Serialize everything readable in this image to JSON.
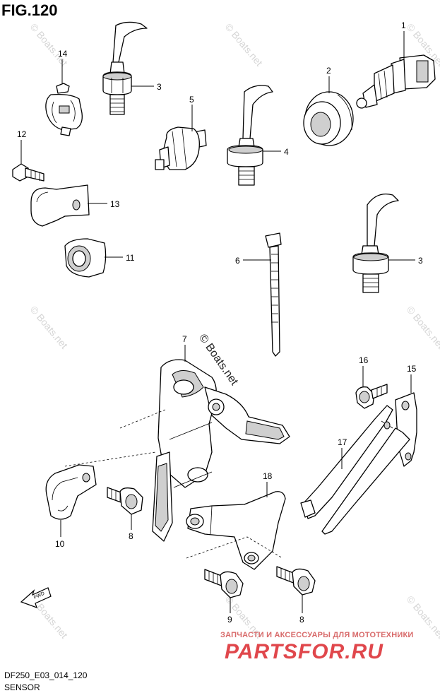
{
  "figure": {
    "title": "FIG.120"
  },
  "callouts": {
    "c1": "1",
    "c2": "2",
    "c3a": "3",
    "c3b": "3",
    "c4": "4",
    "c5": "5",
    "c6": "6",
    "c7": "7",
    "c8a": "8",
    "c8b": "8",
    "c9": "9",
    "c10": "10",
    "c11": "11",
    "c12": "12",
    "c13": "13",
    "c14": "14",
    "c15": "15",
    "c16": "16",
    "c17": "17",
    "c18": "18"
  },
  "watermark": {
    "center": "© Boats.net",
    "faint": "© Boats.net"
  },
  "footer": {
    "code": "DF250_E03_014_120",
    "section": "SENSOR"
  },
  "direction": {
    "label": "FWD"
  },
  "shop": {
    "tagline": "ЗАПЧАСТИ И АКСЕССУАРЫ ДЛЯ МОТОТЕХНИКИ",
    "logo": "PARTSFOR.RU"
  },
  "colors": {
    "line": "#000000",
    "background": "#ffffff",
    "watermark": "#d6d6d6",
    "shop_red": "#e0474c"
  }
}
